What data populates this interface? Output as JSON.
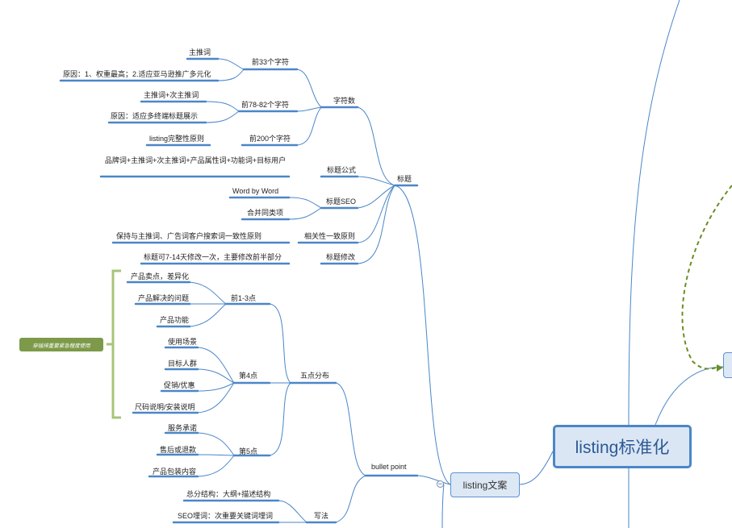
{
  "central": "listing标准化",
  "main_topic": "listing文案",
  "collapse_symbol": "−",
  "title_branch": {
    "label": "标题",
    "char_count": {
      "label": "字符数",
      "first33": {
        "label": "前33个字符",
        "items": [
          "主推词",
          "原因：1、权重最高；2.适应亚马逊推广多元化"
        ]
      },
      "first78": {
        "label": "前78-82个字符",
        "items": [
          "主推词+次主推词",
          "原因：适应多终端标题展示"
        ]
      },
      "first200": {
        "label": "前200个字符",
        "items": [
          "listing完整性原则"
        ]
      }
    },
    "formula": {
      "label": "标题公式",
      "item": "品牌词+主推词+次主推词+产品属性词+功能词+目标用户"
    },
    "seo": {
      "label": "标题SEO",
      "items": [
        "Word by Word",
        "合并同类项"
      ]
    },
    "consistency": {
      "label": "相关性一致原则",
      "item": "保持与主推词、广告词客户搜索词一致性原则"
    },
    "modify": {
      "label": "标题修改",
      "item": "标题可7-14天修改一次，主要修改前半部分"
    }
  },
  "bullet_branch": {
    "label": "bullet point",
    "five_points": {
      "label": "五点分布",
      "p13": {
        "label": "前1-3点",
        "items": [
          "产品卖点，差异化",
          "产品解决的问题",
          "产品功能"
        ]
      },
      "p4": {
        "label": "第4点",
        "items": [
          "使用场景",
          "目标人群",
          "促销/优惠",
          "尺码说明/安装说明"
        ]
      },
      "p5": {
        "label": "第5点",
        "items": [
          "服务承诺",
          "售后或退款",
          "产品包装内容"
        ]
      }
    },
    "writing": {
      "label": "写法",
      "items": [
        "总分结构：大纲+描述结构",
        "SEO埋词：次重要关键词埋词"
      ]
    }
  },
  "note": "穿插排重要紧急程度使用",
  "colors": {
    "line": "#4a86c8",
    "bracket": "#a7c47a",
    "dashed": "#6b8e23",
    "note_bg": "#7c9a49"
  }
}
